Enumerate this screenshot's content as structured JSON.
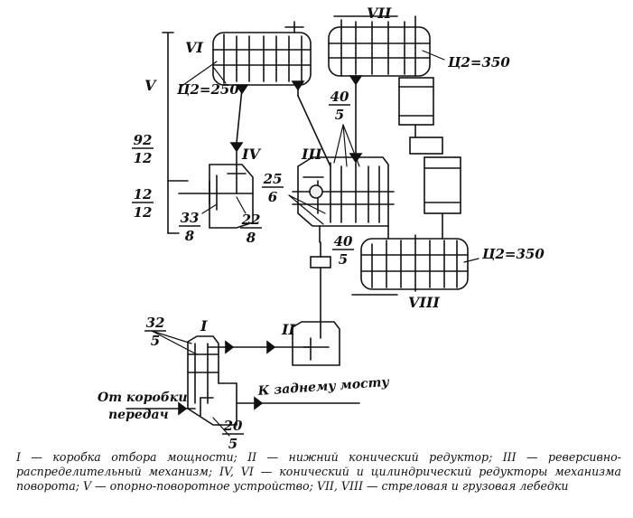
{
  "diagram": {
    "labels": {
      "roman_I": "I",
      "roman_II": "II",
      "roman_III": "III",
      "roman_IV": "IV",
      "roman_V": "V",
      "roman_VI": "VI",
      "roman_VII": "VII",
      "roman_VIII": "VIII",
      "c2_250": "Ц2=250",
      "c2_350_top": "Ц2=350",
      "c2_350_bottom": "Ц2=350",
      "from_gearbox_line1": "От коробки",
      "from_gearbox_line2": "передач",
      "to_rear_axle": "К заднему мосту"
    },
    "fractions": [
      {
        "id": "f-92-12",
        "num": "92",
        "den": "12"
      },
      {
        "id": "f-12-12",
        "num": "12",
        "den": "12"
      },
      {
        "id": "f-33-8",
        "num": "33",
        "den": "8"
      },
      {
        "id": "f-22-8",
        "num": "22",
        "den": "8"
      },
      {
        "id": "f-25-6",
        "num": "25",
        "den": "6"
      },
      {
        "id": "f-40-5-top",
        "num": "40",
        "den": "5"
      },
      {
        "id": "f-40-5-mid",
        "num": "40",
        "den": "5"
      },
      {
        "id": "f-32-5",
        "num": "32",
        "den": "5"
      },
      {
        "id": "f-20-5",
        "num": "20",
        "den": "5"
      }
    ]
  },
  "caption": {
    "text": "I — коробка отбора мощности; II — нижний конический редуктор; III — реверсивно-распределительный механизм; IV, VI — конический и цилиндрический редукторы механизма поворота; V — опорно-поворотное устройство; VII, VIII — стреловая и грузовая лебедки"
  }
}
